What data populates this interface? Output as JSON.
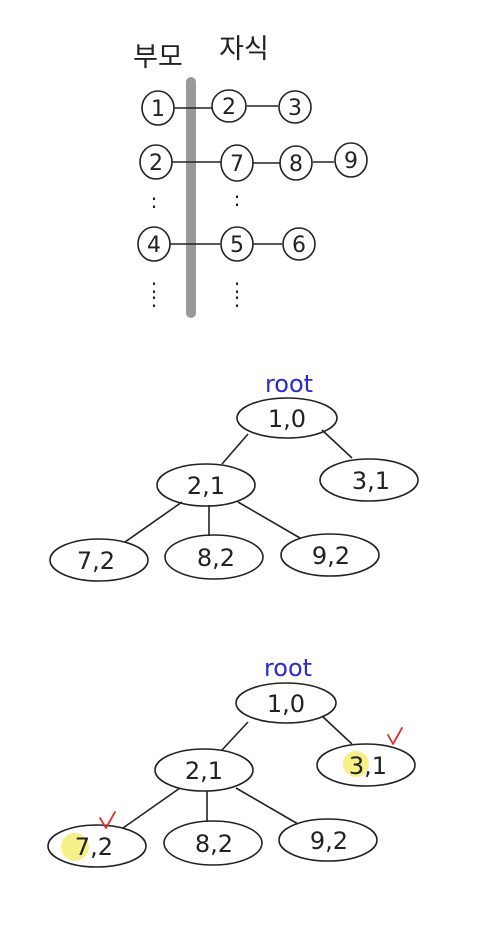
{
  "adjacency": {
    "header_parent": "부모",
    "header_children": "자식",
    "rows": [
      {
        "parent": "1",
        "children": [
          "2",
          "3"
        ]
      },
      {
        "parent": "2",
        "children": [
          "7",
          "8",
          "9"
        ]
      },
      {
        "parent": "4",
        "children": [
          "5",
          "6"
        ]
      }
    ],
    "ellipsis": ":"
  },
  "trees": [
    {
      "root_label": "root",
      "nodes": [
        {
          "id": "n1",
          "label": "1,0",
          "num": "1"
        },
        {
          "id": "n2",
          "label": "2,1",
          "num": "2"
        },
        {
          "id": "n3",
          "label": "3,1",
          "num": "3"
        },
        {
          "id": "n7",
          "label": "7,2",
          "num": "7"
        },
        {
          "id": "n8",
          "label": "8,2",
          "num": "8"
        },
        {
          "id": "n9",
          "label": "9,2",
          "num": "9"
        }
      ],
      "edges": [
        [
          "n1",
          "n2"
        ],
        [
          "n1",
          "n3"
        ],
        [
          "n2",
          "n7"
        ],
        [
          "n2",
          "n8"
        ],
        [
          "n2",
          "n9"
        ]
      ],
      "highlighted": []
    },
    {
      "root_label": "root",
      "nodes": [
        {
          "id": "n1",
          "label": "1,0",
          "num": "1"
        },
        {
          "id": "n2",
          "label": "2,1",
          "num": "2"
        },
        {
          "id": "n3",
          "label": "3,1",
          "num": "3"
        },
        {
          "id": "n7",
          "label": "7,2",
          "num": "7"
        },
        {
          "id": "n8",
          "label": "8,2",
          "num": "8"
        },
        {
          "id": "n9",
          "label": "9,2",
          "num": "9"
        }
      ],
      "edges": [
        [
          "n1",
          "n2"
        ],
        [
          "n1",
          "n3"
        ],
        [
          "n2",
          "n7"
        ],
        [
          "n2",
          "n8"
        ],
        [
          "n2",
          "n9"
        ]
      ],
      "highlighted": [
        "n3",
        "n7"
      ],
      "check_mark": "✓"
    }
  ],
  "colors": {
    "ink": "#222222",
    "root_label": "#2a2ad6",
    "check": "#e03030",
    "highlight": "#f6ee7a",
    "separator": "#9a9a9a"
  }
}
